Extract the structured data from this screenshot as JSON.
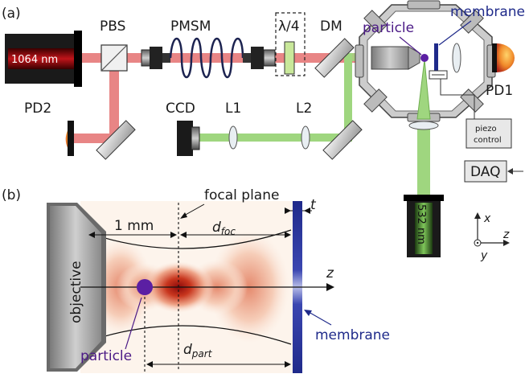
{
  "figure": {
    "panel_a": {
      "panel_label": "(a)",
      "laser_label": "1064 nm",
      "components": {
        "pbs": "PBS",
        "pmsm": "PMSM",
        "waveplate": "λ/4",
        "dm": "DM",
        "pd1": "PD1",
        "pd2": "PD2",
        "ccd": "CCD",
        "l1": "L1",
        "l2": "L2",
        "piezo": "piezo",
        "piezo_control": "control",
        "daq": "DAQ",
        "illumination_laser": "532 nm"
      },
      "particle_label": "particle",
      "membrane_label": "membrane",
      "axes": {
        "x": "x",
        "y": "y",
        "z": "z"
      }
    },
    "panel_b": {
      "panel_label": "(b)",
      "objective_label": "objective",
      "focal_plane_label": "focal plane",
      "t_label": "t",
      "distance_1mm": "1 mm",
      "d_foc": {
        "base": "d",
        "sub": "foc"
      },
      "d_part": {
        "base": "d",
        "sub": "part"
      },
      "z_label": "z",
      "particle_label": "particle",
      "membrane_label": "membrane"
    },
    "colors": {
      "ir_beam": "#e88585",
      "green_beam": "#9fd67f",
      "particle": "#5b1fa3",
      "membrane": "#1f2a8a",
      "text_purple": "#4b1a86"
    }
  }
}
